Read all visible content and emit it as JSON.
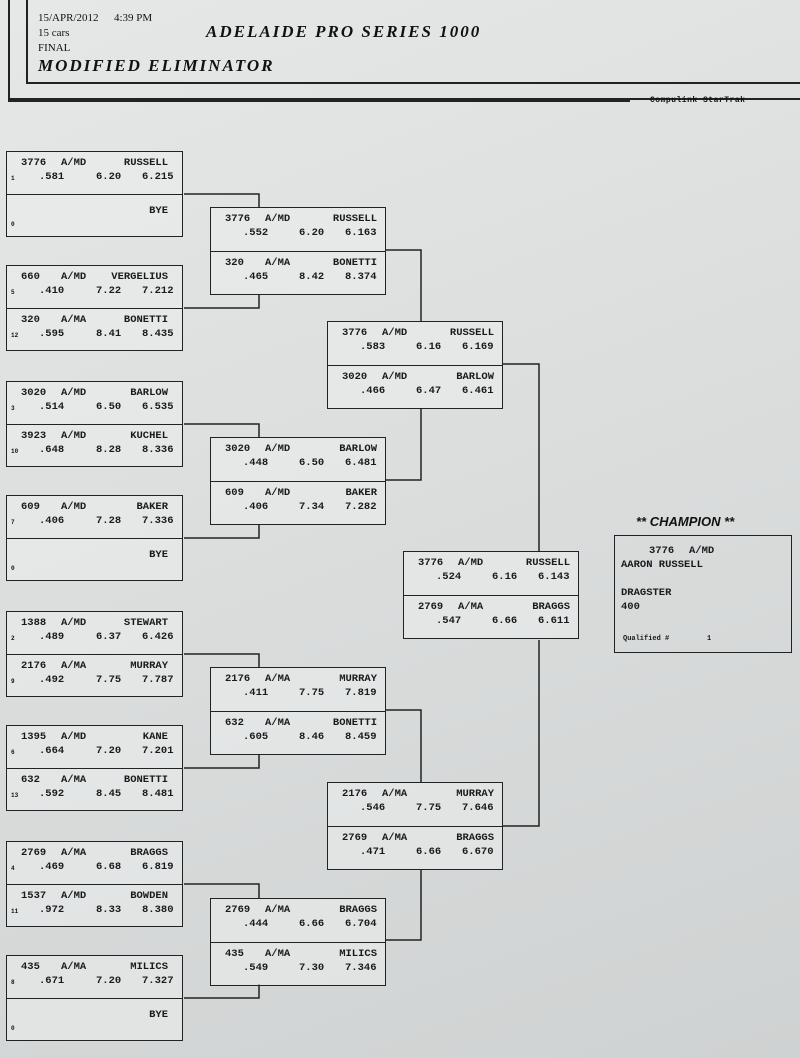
{
  "header": {
    "date": "15/APR/2012",
    "time": "4:39 PM",
    "cars": "15 cars",
    "round": "FINAL",
    "event": "ADELAIDE PRO SERIES 1000",
    "eliminator": "MODIFIED ELIMINATOR",
    "credit": "Compulink StarTrak"
  },
  "round1": [
    {
      "top": {
        "car": "3776",
        "class": "A/MD",
        "name": "RUSSELL",
        "seed": "1",
        "rt": ".581",
        "et": "6.20",
        "time": "6.215"
      },
      "bot": {
        "name": "BYE",
        "seed": "0"
      }
    },
    {
      "top": {
        "car": "660",
        "class": "A/MD",
        "name": "VERGELIUS",
        "seed": "5",
        "rt": ".410",
        "et": "7.22",
        "time": "7.212"
      },
      "bot": {
        "car": "320",
        "class": "A/MA",
        "name": "BONETTI",
        "seed": "12",
        "rt": ".595",
        "et": "8.41",
        "time": "8.435"
      }
    },
    {
      "top": {
        "car": "3020",
        "class": "A/MD",
        "name": "BARLOW",
        "seed": "3",
        "rt": ".514",
        "et": "6.50",
        "time": "6.535"
      },
      "bot": {
        "car": "3923",
        "class": "A/MD",
        "name": "KUCHEL",
        "seed": "10",
        "rt": ".648",
        "et": "8.28",
        "time": "8.336"
      }
    },
    {
      "top": {
        "car": "609",
        "class": "A/MD",
        "name": "BAKER",
        "seed": "7",
        "rt": ".406",
        "et": "7.28",
        "time": "7.336"
      },
      "bot": {
        "name": "BYE",
        "seed": "0"
      }
    },
    {
      "top": {
        "car": "1388",
        "class": "A/MD",
        "name": "STEWART",
        "seed": "2",
        "rt": ".489",
        "et": "6.37",
        "time": "6.426"
      },
      "bot": {
        "car": "2176",
        "class": "A/MA",
        "name": "MURRAY",
        "seed": "9",
        "rt": ".492",
        "et": "7.75",
        "time": "7.787"
      }
    },
    {
      "top": {
        "car": "1395",
        "class": "A/MD",
        "name": "KANE",
        "seed": "6",
        "rt": ".664",
        "et": "7.20",
        "time": "7.201"
      },
      "bot": {
        "car": "632",
        "class": "A/MA",
        "name": "BONETTI",
        "seed": "13",
        "rt": ".592",
        "et": "8.45",
        "time": "8.481"
      }
    },
    {
      "top": {
        "car": "2769",
        "class": "A/MA",
        "name": "BRAGGS",
        "seed": "4",
        "rt": ".469",
        "et": "6.68",
        "time": "6.819"
      },
      "bot": {
        "car": "1537",
        "class": "A/MD",
        "name": "BOWDEN",
        "seed": "11",
        "rt": ".972",
        "et": "8.33",
        "time": "8.380"
      }
    },
    {
      "top": {
        "car": "435",
        "class": "A/MA",
        "name": "MILICS",
        "seed": "8",
        "rt": ".671",
        "et": "7.20",
        "time": "7.327"
      },
      "bot": {
        "name": "BYE",
        "seed": "0"
      }
    }
  ],
  "round2": [
    {
      "top": {
        "car": "3776",
        "class": "A/MD",
        "name": "RUSSELL",
        "rt": ".552",
        "et": "6.20",
        "time": "6.163"
      },
      "bot": {
        "car": "320",
        "class": "A/MA",
        "name": "BONETTI",
        "rt": ".465",
        "et": "8.42",
        "time": "8.374"
      }
    },
    {
      "top": {
        "car": "3020",
        "class": "A/MD",
        "name": "BARLOW",
        "rt": ".448",
        "et": "6.50",
        "time": "6.481"
      },
      "bot": {
        "car": "609",
        "class": "A/MD",
        "name": "BAKER",
        "rt": ".406",
        "et": "7.34",
        "time": "7.282"
      }
    },
    {
      "top": {
        "car": "2176",
        "class": "A/MA",
        "name": "MURRAY",
        "rt": ".411",
        "et": "7.75",
        "time": "7.819"
      },
      "bot": {
        "car": "632",
        "class": "A/MA",
        "name": "BONETTI",
        "rt": ".605",
        "et": "8.46",
        "time": "8.459"
      }
    },
    {
      "top": {
        "car": "2769",
        "class": "A/MA",
        "name": "BRAGGS",
        "rt": ".444",
        "et": "6.66",
        "time": "6.704"
      },
      "bot": {
        "car": "435",
        "class": "A/MA",
        "name": "MILICS",
        "rt": ".549",
        "et": "7.30",
        "time": "7.346"
      }
    }
  ],
  "round3": [
    {
      "top": {
        "car": "3776",
        "class": "A/MD",
        "name": "RUSSELL",
        "rt": ".583",
        "et": "6.16",
        "time": "6.169"
      },
      "bot": {
        "car": "3020",
        "class": "A/MD",
        "name": "BARLOW",
        "rt": ".466",
        "et": "6.47",
        "time": "6.461"
      }
    },
    {
      "top": {
        "car": "2176",
        "class": "A/MA",
        "name": "MURRAY",
        "rt": ".546",
        "et": "7.75",
        "time": "7.646"
      },
      "bot": {
        "car": "2769",
        "class": "A/MA",
        "name": "BRAGGS",
        "rt": ".471",
        "et": "6.66",
        "time": "6.670"
      }
    }
  ],
  "final": [
    {
      "top": {
        "car": "3776",
        "class": "A/MD",
        "name": "RUSSELL",
        "rt": ".524",
        "et": "6.16",
        "time": "6.143"
      },
      "bot": {
        "car": "2769",
        "class": "A/MA",
        "name": "BRAGGS",
        "rt": ".547",
        "et": "6.66",
        "time": "6.611"
      }
    }
  ],
  "champion": {
    "title": "** CHAMPION **",
    "car": "3776",
    "class": "A/MD",
    "name": "AARON RUSSELL",
    "type": "DRAGSTER",
    "number": "400",
    "qualified_label": "Qualified #",
    "qualified_value": "1"
  }
}
